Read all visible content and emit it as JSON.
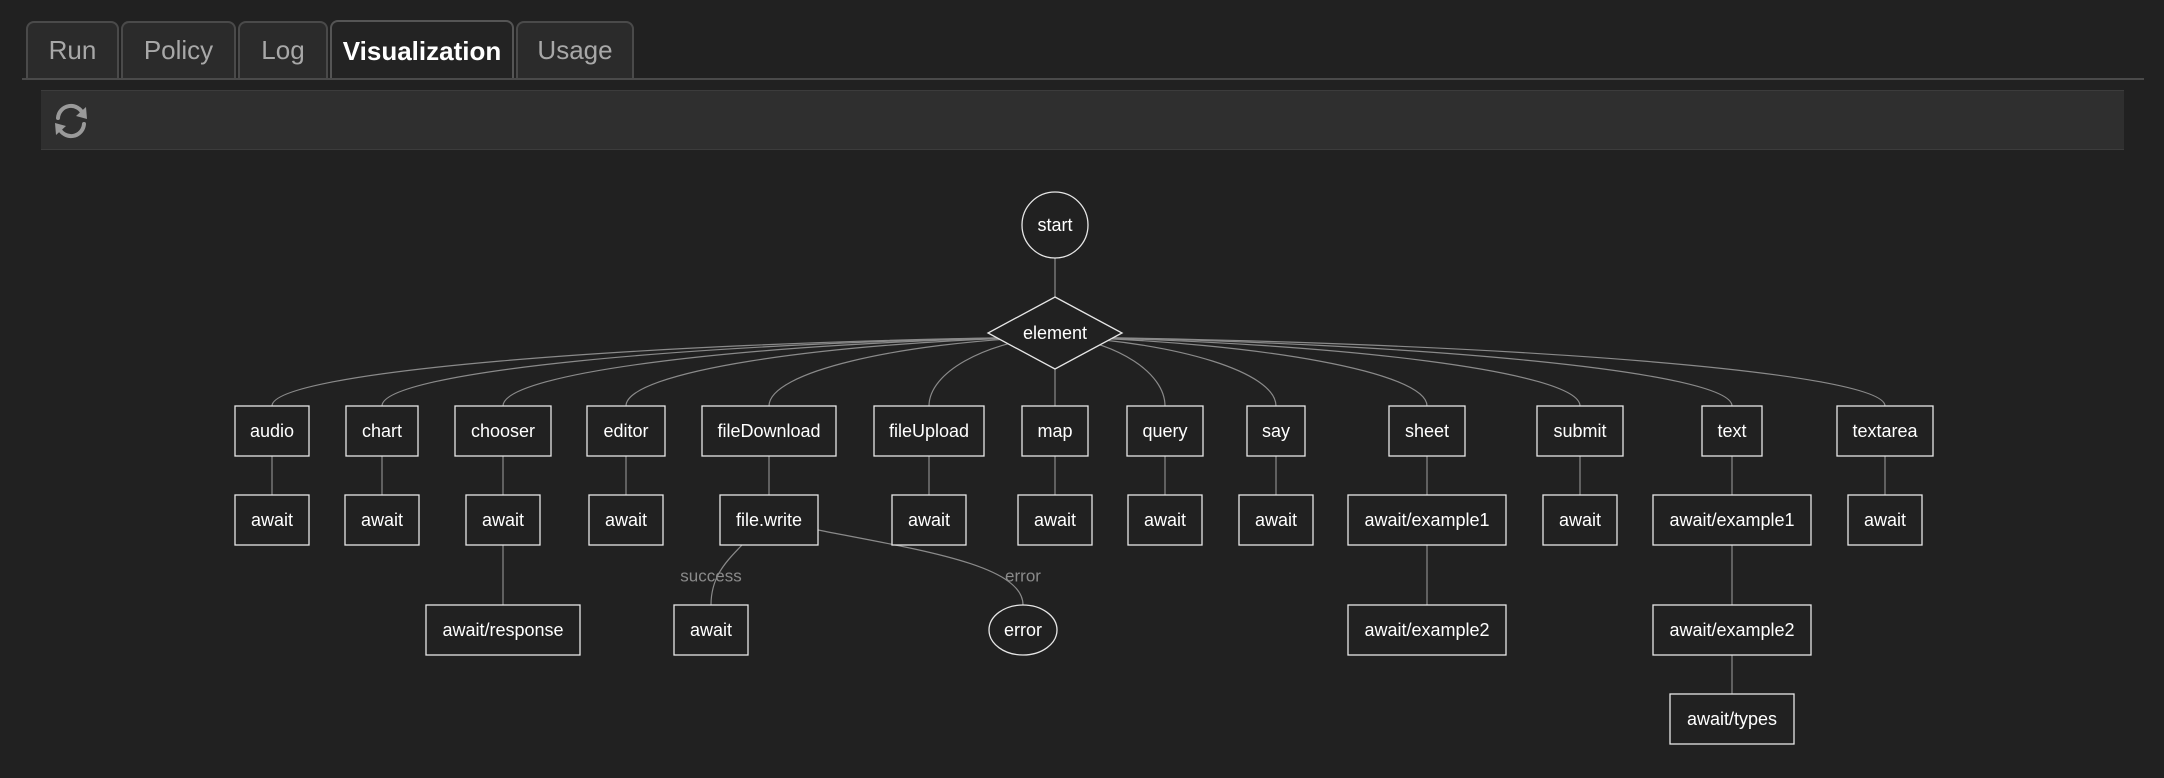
{
  "tabs": [
    {
      "label": "Run",
      "active": false
    },
    {
      "label": "Policy",
      "active": false
    },
    {
      "label": "Log",
      "active": false
    },
    {
      "label": "Visualization",
      "active": true
    },
    {
      "label": "Usage",
      "active": false
    }
  ],
  "toolbar": {
    "refresh_icon": "refresh-icon"
  },
  "graph": {
    "colors": {
      "background": "#212121",
      "node_stroke": "#e6e6e6",
      "edge": "#8a8a8a",
      "text": "#ffffff",
      "edge_label": "#8a8a8a"
    },
    "nodes": [
      {
        "id": "start",
        "label": "start",
        "shape": "circle"
      },
      {
        "id": "element",
        "label": "element",
        "shape": "diamond"
      },
      {
        "id": "audio",
        "label": "audio",
        "shape": "box"
      },
      {
        "id": "chart",
        "label": "chart",
        "shape": "box"
      },
      {
        "id": "chooser",
        "label": "chooser",
        "shape": "box"
      },
      {
        "id": "editor",
        "label": "editor",
        "shape": "box"
      },
      {
        "id": "fileDownload",
        "label": "fileDownload",
        "shape": "box"
      },
      {
        "id": "fileUpload",
        "label": "fileUpload",
        "shape": "box"
      },
      {
        "id": "map",
        "label": "map",
        "shape": "box"
      },
      {
        "id": "query",
        "label": "query",
        "shape": "box"
      },
      {
        "id": "say",
        "label": "say",
        "shape": "box"
      },
      {
        "id": "sheet",
        "label": "sheet",
        "shape": "box"
      },
      {
        "id": "submit",
        "label": "submit",
        "shape": "box"
      },
      {
        "id": "text",
        "label": "text",
        "shape": "box"
      },
      {
        "id": "textarea",
        "label": "textarea",
        "shape": "box"
      },
      {
        "id": "audio_await",
        "label": "await",
        "shape": "box"
      },
      {
        "id": "chart_await",
        "label": "await",
        "shape": "box"
      },
      {
        "id": "chooser_await",
        "label": "await",
        "shape": "box"
      },
      {
        "id": "editor_await",
        "label": "await",
        "shape": "box"
      },
      {
        "id": "file_write",
        "label": "file.write",
        "shape": "box"
      },
      {
        "id": "fileUpload_await",
        "label": "await",
        "shape": "box"
      },
      {
        "id": "map_await",
        "label": "await",
        "shape": "box"
      },
      {
        "id": "query_await",
        "label": "await",
        "shape": "box"
      },
      {
        "id": "say_await",
        "label": "await",
        "shape": "box"
      },
      {
        "id": "sheet_ex1",
        "label": "await/example1",
        "shape": "box"
      },
      {
        "id": "submit_await",
        "label": "await",
        "shape": "box"
      },
      {
        "id": "text_ex1",
        "label": "await/example1",
        "shape": "box"
      },
      {
        "id": "textarea_await",
        "label": "await",
        "shape": "box"
      },
      {
        "id": "chooser_response",
        "label": "await/response",
        "shape": "box"
      },
      {
        "id": "fw_success_await",
        "label": "await",
        "shape": "box"
      },
      {
        "id": "fw_error",
        "label": "error",
        "shape": "ellipse"
      },
      {
        "id": "sheet_ex2",
        "label": "await/example2",
        "shape": "box"
      },
      {
        "id": "text_ex2",
        "label": "await/example2",
        "shape": "box"
      },
      {
        "id": "text_types",
        "label": "await/types",
        "shape": "box"
      }
    ],
    "edges": [
      {
        "from": "start",
        "to": "element"
      },
      {
        "from": "element",
        "to": "audio"
      },
      {
        "from": "element",
        "to": "chart"
      },
      {
        "from": "element",
        "to": "chooser"
      },
      {
        "from": "element",
        "to": "editor"
      },
      {
        "from": "element",
        "to": "fileDownload"
      },
      {
        "from": "element",
        "to": "fileUpload"
      },
      {
        "from": "element",
        "to": "map"
      },
      {
        "from": "element",
        "to": "query"
      },
      {
        "from": "element",
        "to": "say"
      },
      {
        "from": "element",
        "to": "sheet"
      },
      {
        "from": "element",
        "to": "submit"
      },
      {
        "from": "element",
        "to": "text"
      },
      {
        "from": "element",
        "to": "textarea"
      },
      {
        "from": "audio",
        "to": "audio_await"
      },
      {
        "from": "chart",
        "to": "chart_await"
      },
      {
        "from": "chooser",
        "to": "chooser_await"
      },
      {
        "from": "editor",
        "to": "editor_await"
      },
      {
        "from": "fileDownload",
        "to": "file_write"
      },
      {
        "from": "fileUpload",
        "to": "fileUpload_await"
      },
      {
        "from": "map",
        "to": "map_await"
      },
      {
        "from": "query",
        "to": "query_await"
      },
      {
        "from": "say",
        "to": "say_await"
      },
      {
        "from": "sheet",
        "to": "sheet_ex1"
      },
      {
        "from": "submit",
        "to": "submit_await"
      },
      {
        "from": "text",
        "to": "text_ex1"
      },
      {
        "from": "textarea",
        "to": "textarea_await"
      },
      {
        "from": "chooser_await",
        "to": "chooser_response"
      },
      {
        "from": "file_write",
        "to": "fw_success_await",
        "label": "success"
      },
      {
        "from": "file_write",
        "to": "fw_error",
        "label": "error"
      },
      {
        "from": "sheet_ex1",
        "to": "sheet_ex2"
      },
      {
        "from": "text_ex1",
        "to": "text_ex2"
      },
      {
        "from": "text_ex2",
        "to": "text_types"
      }
    ]
  }
}
